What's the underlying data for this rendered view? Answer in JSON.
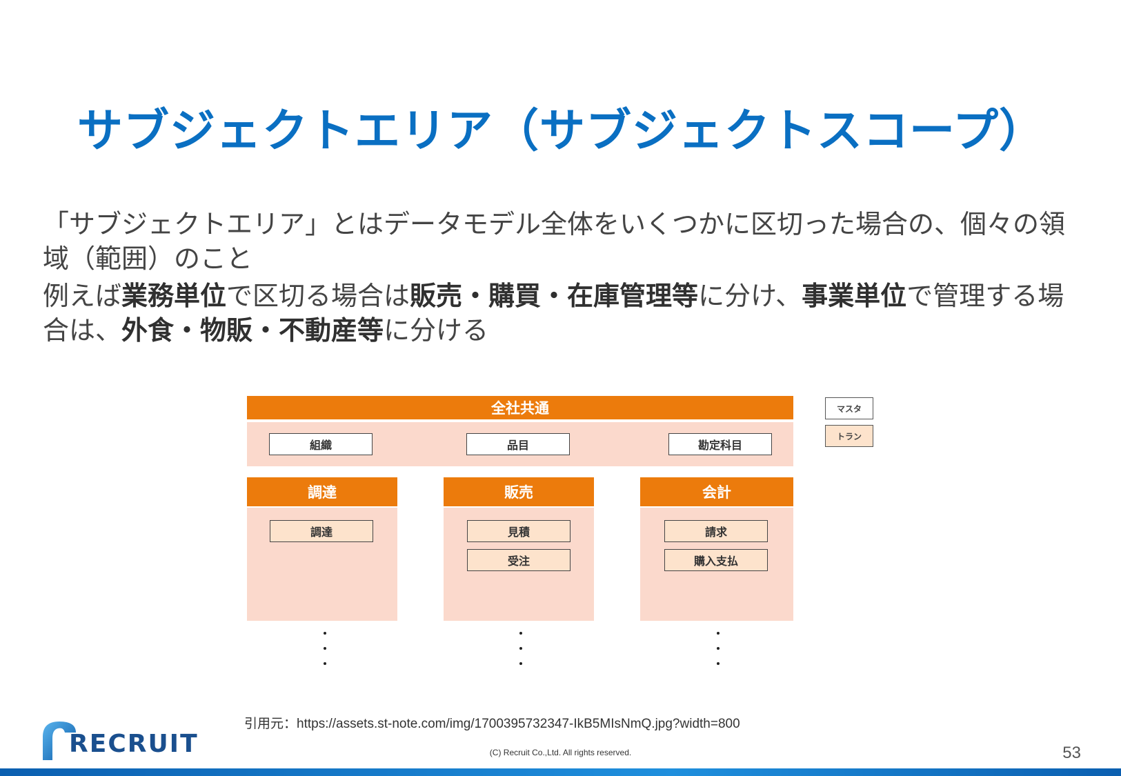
{
  "title": "サブジェクトエリア（サブジェクトスコープ）",
  "body": {
    "p1": "「サブジェクトエリア」とはデータモデル全体をいくつかに区切った場合の、個々の領域（範囲）のこと",
    "p2_parts": [
      {
        "text": "例えば",
        "bold": false
      },
      {
        "text": "業務単位",
        "bold": true
      },
      {
        "text": "で区切る場合は",
        "bold": false
      },
      {
        "text": "販売・購買・在庫管理等",
        "bold": true
      },
      {
        "text": "に分け、",
        "bold": false
      },
      {
        "text": "事業単位",
        "bold": true
      },
      {
        "text": "で管理する場合は、",
        "bold": false
      },
      {
        "text": "外食・物販・不動産等",
        "bold": true
      },
      {
        "text": "に分ける",
        "bold": false
      }
    ]
  },
  "diagram": {
    "common": {
      "header": "全社共通",
      "items": [
        "組織",
        "品目",
        "勘定科目"
      ]
    },
    "areas": [
      {
        "header": "調達",
        "items": [
          "調達"
        ]
      },
      {
        "header": "販売",
        "items": [
          "見積",
          "受注"
        ]
      },
      {
        "header": "会計",
        "items": [
          "請求",
          "購入支払"
        ]
      }
    ],
    "legend": {
      "master": "マスタ",
      "tran": "トラン"
    },
    "colors": {
      "header": "#ec7b0c",
      "body": "#fbd9cc",
      "tran_box": "#fde3cc"
    }
  },
  "citation": "引用元：https://assets.st-note.com/img/1700395732347-IkB5MIsNmQ.jpg?width=800",
  "footer": {
    "logo": "RECRUIT",
    "copyright": "(C) Recruit Co.,Ltd. All rights reserved.",
    "page_number": "53"
  }
}
